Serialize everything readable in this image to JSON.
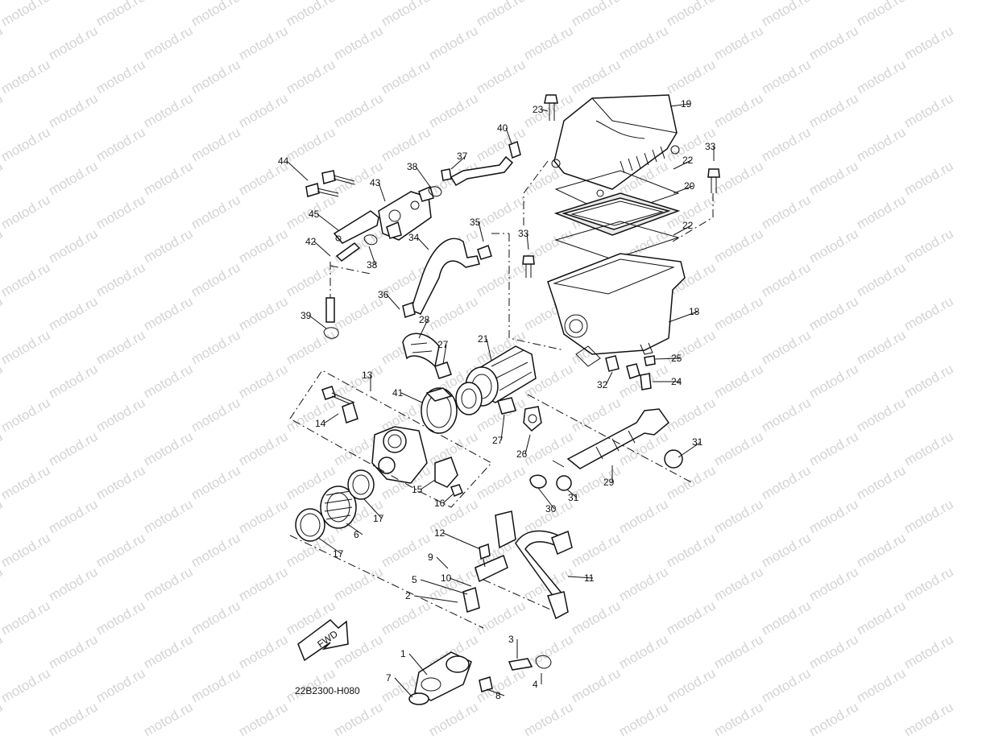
{
  "watermark": "motod.ru",
  "diagram_code": "22B2300-H080",
  "fwd_label": "FWD",
  "callouts": [
    "1",
    "2",
    "3",
    "4",
    "5",
    "6",
    "7",
    "8",
    "9",
    "10",
    "11",
    "12",
    "13",
    "14",
    "15",
    "16",
    "17",
    "17",
    "18",
    "19",
    "20",
    "21",
    "22",
    "22",
    "23",
    "24",
    "25",
    "26",
    "27",
    "27",
    "28",
    "29",
    "30",
    "31",
    "31",
    "32",
    "33",
    "33",
    "34",
    "35",
    "36",
    "37",
    "38",
    "38",
    "39",
    "40",
    "41",
    "42",
    "43",
    "44",
    "45"
  ],
  "colors": {
    "ink": "#111111",
    "watermark": "#d4d4d4",
    "background": "#ffffff"
  }
}
